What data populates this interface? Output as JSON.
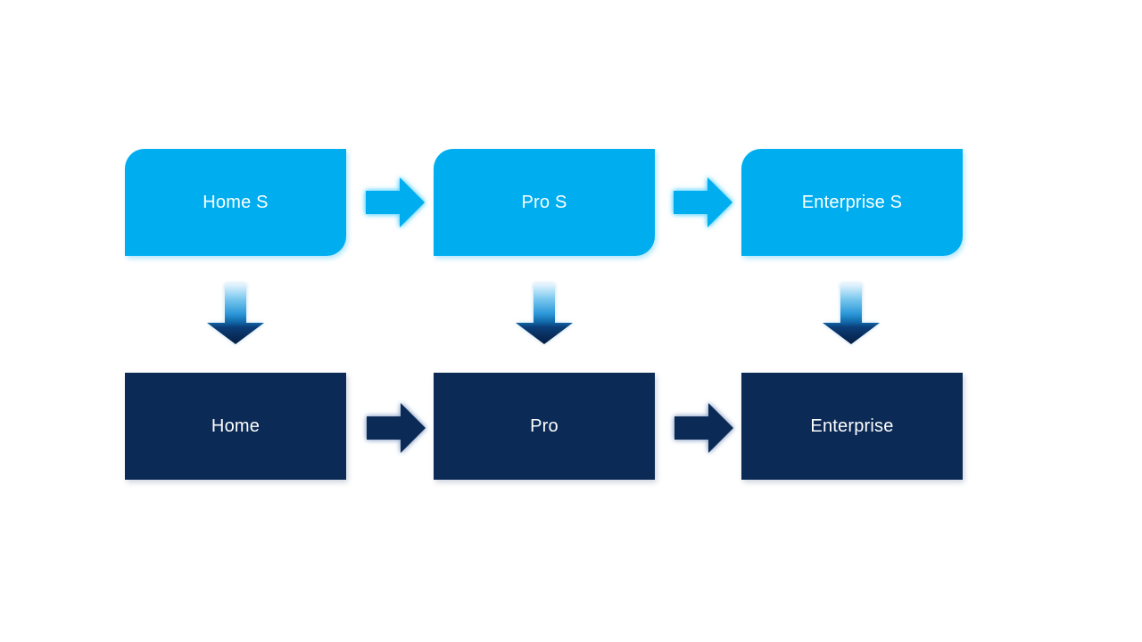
{
  "diagram": {
    "type": "flow",
    "columns": [
      {
        "top_label": "Home S",
        "bottom_label": "Home"
      },
      {
        "top_label": "Pro S",
        "bottom_label": "Pro"
      },
      {
        "top_label": "Enterprise S",
        "bottom_label": "Enterprise"
      }
    ],
    "relationships": {
      "horizontal_top": [
        "Home S → Pro S",
        "Pro S → Enterprise S"
      ],
      "horizontal_bottom": [
        "Home → Pro",
        "Pro → Enterprise"
      ],
      "vertical": [
        "Home S → Home",
        "Pro S → Pro",
        "Enterprise S → Enterprise"
      ]
    },
    "colors": {
      "background": "#FFFFFF",
      "top_box_fill": "#00AEEF",
      "bottom_box_fill": "#0B2A55",
      "label_text": "#FFFFFF",
      "light_arrow_fill": "#00AEEF",
      "dark_arrow_fill": "#0B2A55",
      "down_arrow_gradient": [
        "#E9F6FE",
        "#7CC9EF",
        "#2B97D8",
        "#1066A6",
        "#0B3E79",
        "#061D42"
      ]
    }
  }
}
